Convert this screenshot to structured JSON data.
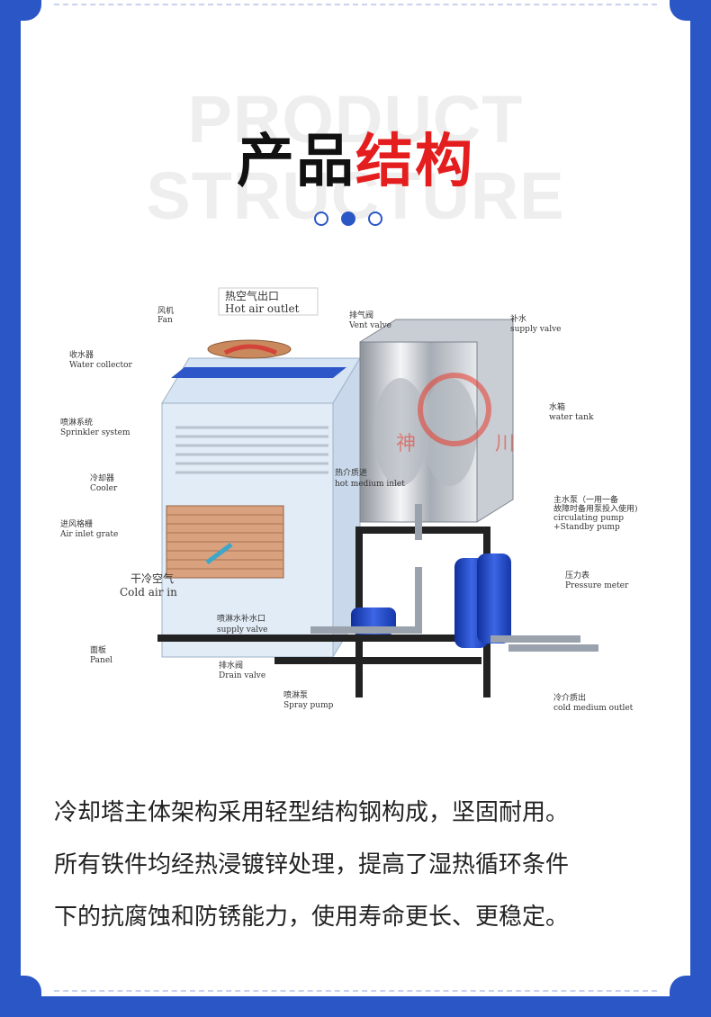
{
  "header": {
    "bg_title": "PRODUCT STRUCTURE",
    "title_black": "产品",
    "title_red": "结构"
  },
  "pager": {
    "count": 3,
    "active": 2
  },
  "diagram": {
    "labels": {
      "hot_air_outlet_cn": "热空气出口",
      "hot_air_outlet_en": "Hot air outlet",
      "fan_cn": "风机",
      "fan_en": "Fan",
      "water_collector_cn": "收水器",
      "water_collector_en": "Water collector",
      "sprinkler_cn": "喷淋系统",
      "sprinkler_en": "Sprinkler system",
      "cooler_cn": "冷却器",
      "cooler_en": "Cooler",
      "air_inlet_grate_cn": "进风格栅",
      "air_inlet_grate_en": "Air inlet grate",
      "cold_air_in_cn": "干冷空气",
      "cold_air_in_en": "Cold air in",
      "panel_cn": "面板",
      "panel_en": "Panel",
      "vent_valve_cn": "排气阀",
      "vent_valve_en": "Vent valve",
      "hot_medium_inlet_cn": "热介质进",
      "hot_medium_inlet_en": "hot medium inlet",
      "spray_supply_valve_cn": "喷淋水补水口",
      "spray_supply_valve_en": "supply valve",
      "drain_valve_cn": "排水阀",
      "drain_valve_en": "Drain valve",
      "spray_pump_cn": "喷淋泵",
      "spray_pump_en": "Spray pump",
      "supply_valve_cn": "补水",
      "supply_valve_en": "supply valve",
      "water_tank_cn": "水箱",
      "water_tank_en": "water tank",
      "main_pump_cn": "主水泵（一用一备",
      "main_pump_cn2": "故障时备用泵投入使用)",
      "main_pump_en": "circulating pump",
      "main_pump_en2": "+Standby pump",
      "pressure_meter_cn": "压力表",
      "pressure_meter_en": "Pressure meter",
      "cold_medium_outlet_cn": "冷介质出",
      "cold_medium_outlet_en": "cold medium outlet",
      "watermark_1": "神",
      "watermark_2": "川"
    }
  },
  "description": {
    "line1": "冷却塔主体架构采用轻型结构钢构成，坚固耐用。",
    "line2": "所有铁件均经热浸镀锌处理，提高了湿热循环条件",
    "line3": "下的抗腐蚀和防锈能力，使用寿命更长、更稳定。"
  },
  "colors": {
    "frame_blue": "#2b56c6",
    "title_red": "#e41e1e",
    "pump_blue": "#1f47c8",
    "watermark_red": "#e8392a"
  }
}
